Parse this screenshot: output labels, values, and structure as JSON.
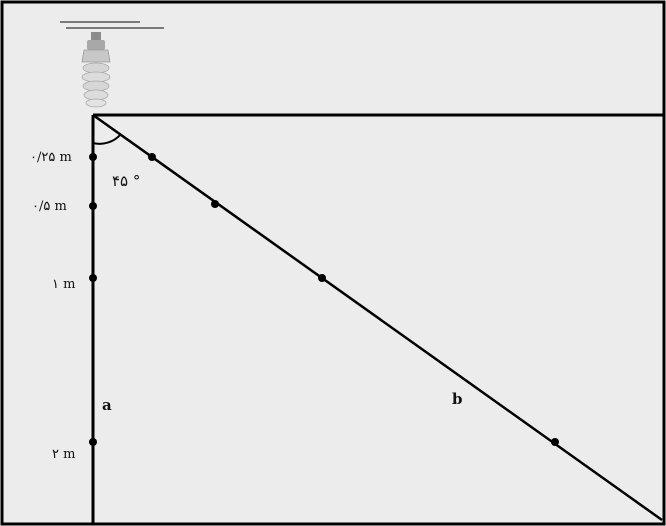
{
  "diagram": {
    "angle_label": "۴۵ °",
    "line_a_label": "a",
    "line_b_label": "b",
    "distance_labels": [
      "۰/۲۵ m",
      "۰/۵ m",
      "۱ m",
      "۲ m"
    ],
    "colors": {
      "background": "#ececec",
      "border": "#000000",
      "line": "#000000",
      "lamp_glass": "#d9d9d9",
      "lamp_base": "#9a9a9a"
    },
    "icons": [
      "lamp-icon"
    ]
  }
}
